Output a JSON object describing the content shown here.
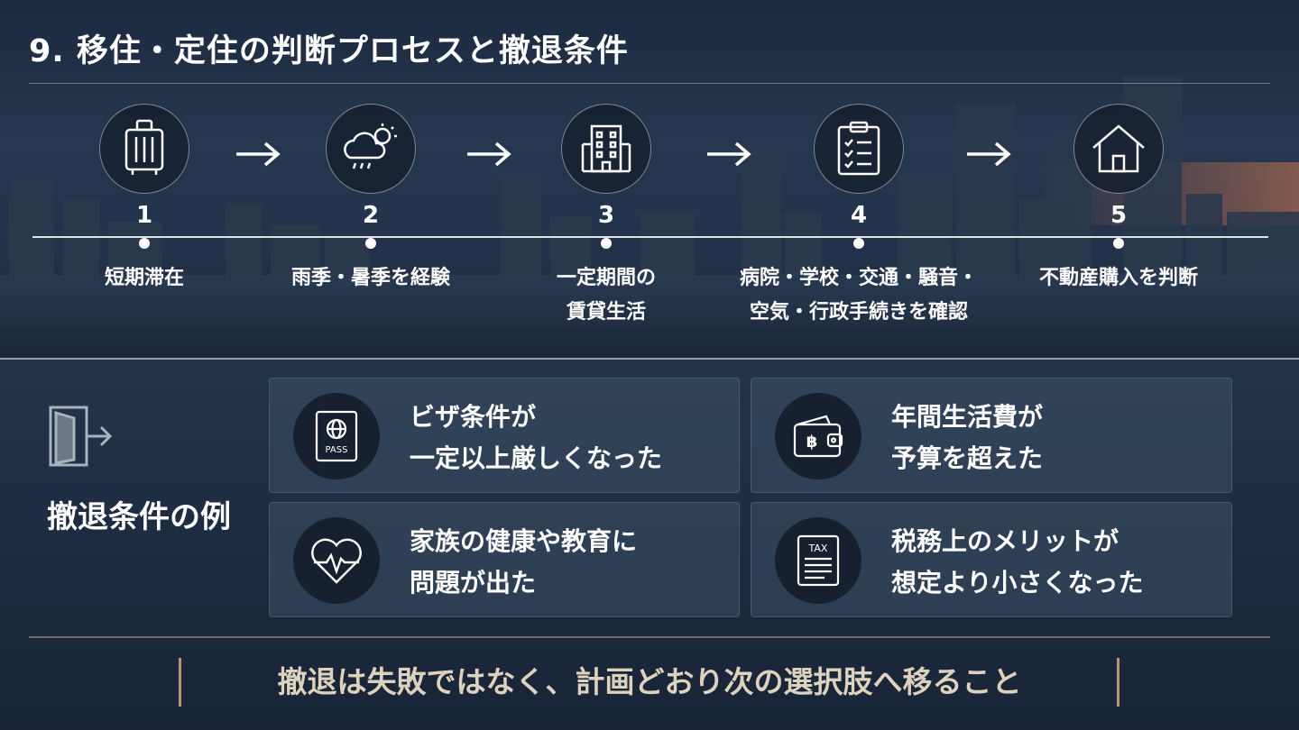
{
  "title": "9. 移住・定住の判断プロセスと撤退条件",
  "steps": [
    {
      "number": "1",
      "label_lines": [
        "短期滞在",
        ""
      ],
      "icon": "suitcase-icon"
    },
    {
      "number": "2",
      "label_lines": [
        "雨季・暑季を経験",
        ""
      ],
      "icon": "weather-icon"
    },
    {
      "number": "3",
      "label_lines": [
        "一定期間の",
        "賃貸生活"
      ],
      "icon": "building-icon"
    },
    {
      "number": "4",
      "label_lines": [
        "病院・学校・交通・騒音・",
        "空気・行政手続きを確認"
      ],
      "icon": "clipboard-icon"
    },
    {
      "number": "5",
      "label_lines": [
        "不動産購入を判断",
        ""
      ],
      "icon": "house-icon"
    }
  ],
  "exit_section": {
    "title": "撤退条件の例",
    "icon": "exit-door-icon"
  },
  "cards": [
    {
      "lines": [
        "ビザ条件が",
        "一定以上厳しくなった"
      ],
      "icon": "passport-icon",
      "icon_text": "PASS"
    },
    {
      "lines": [
        "年間生活費が",
        "予算を超えた"
      ],
      "icon": "wallet-icon"
    },
    {
      "lines": [
        "家族の健康や教育に",
        "問題が出た"
      ],
      "icon": "heart-pulse-icon"
    },
    {
      "lines": [
        "税務上のメリットが",
        "想定より小さくなった"
      ],
      "icon": "tax-document-icon",
      "icon_text": "TAX"
    }
  ],
  "conclusion": "撤退は失敗ではなく、計画どおり次の選択肢へ移ること",
  "colors": {
    "background": "#172338",
    "accent_gold": "#b89a6a",
    "conclusion_text": "#ddd2bd",
    "card_bg": "#3e5066",
    "icon_circle": "#16202f"
  }
}
